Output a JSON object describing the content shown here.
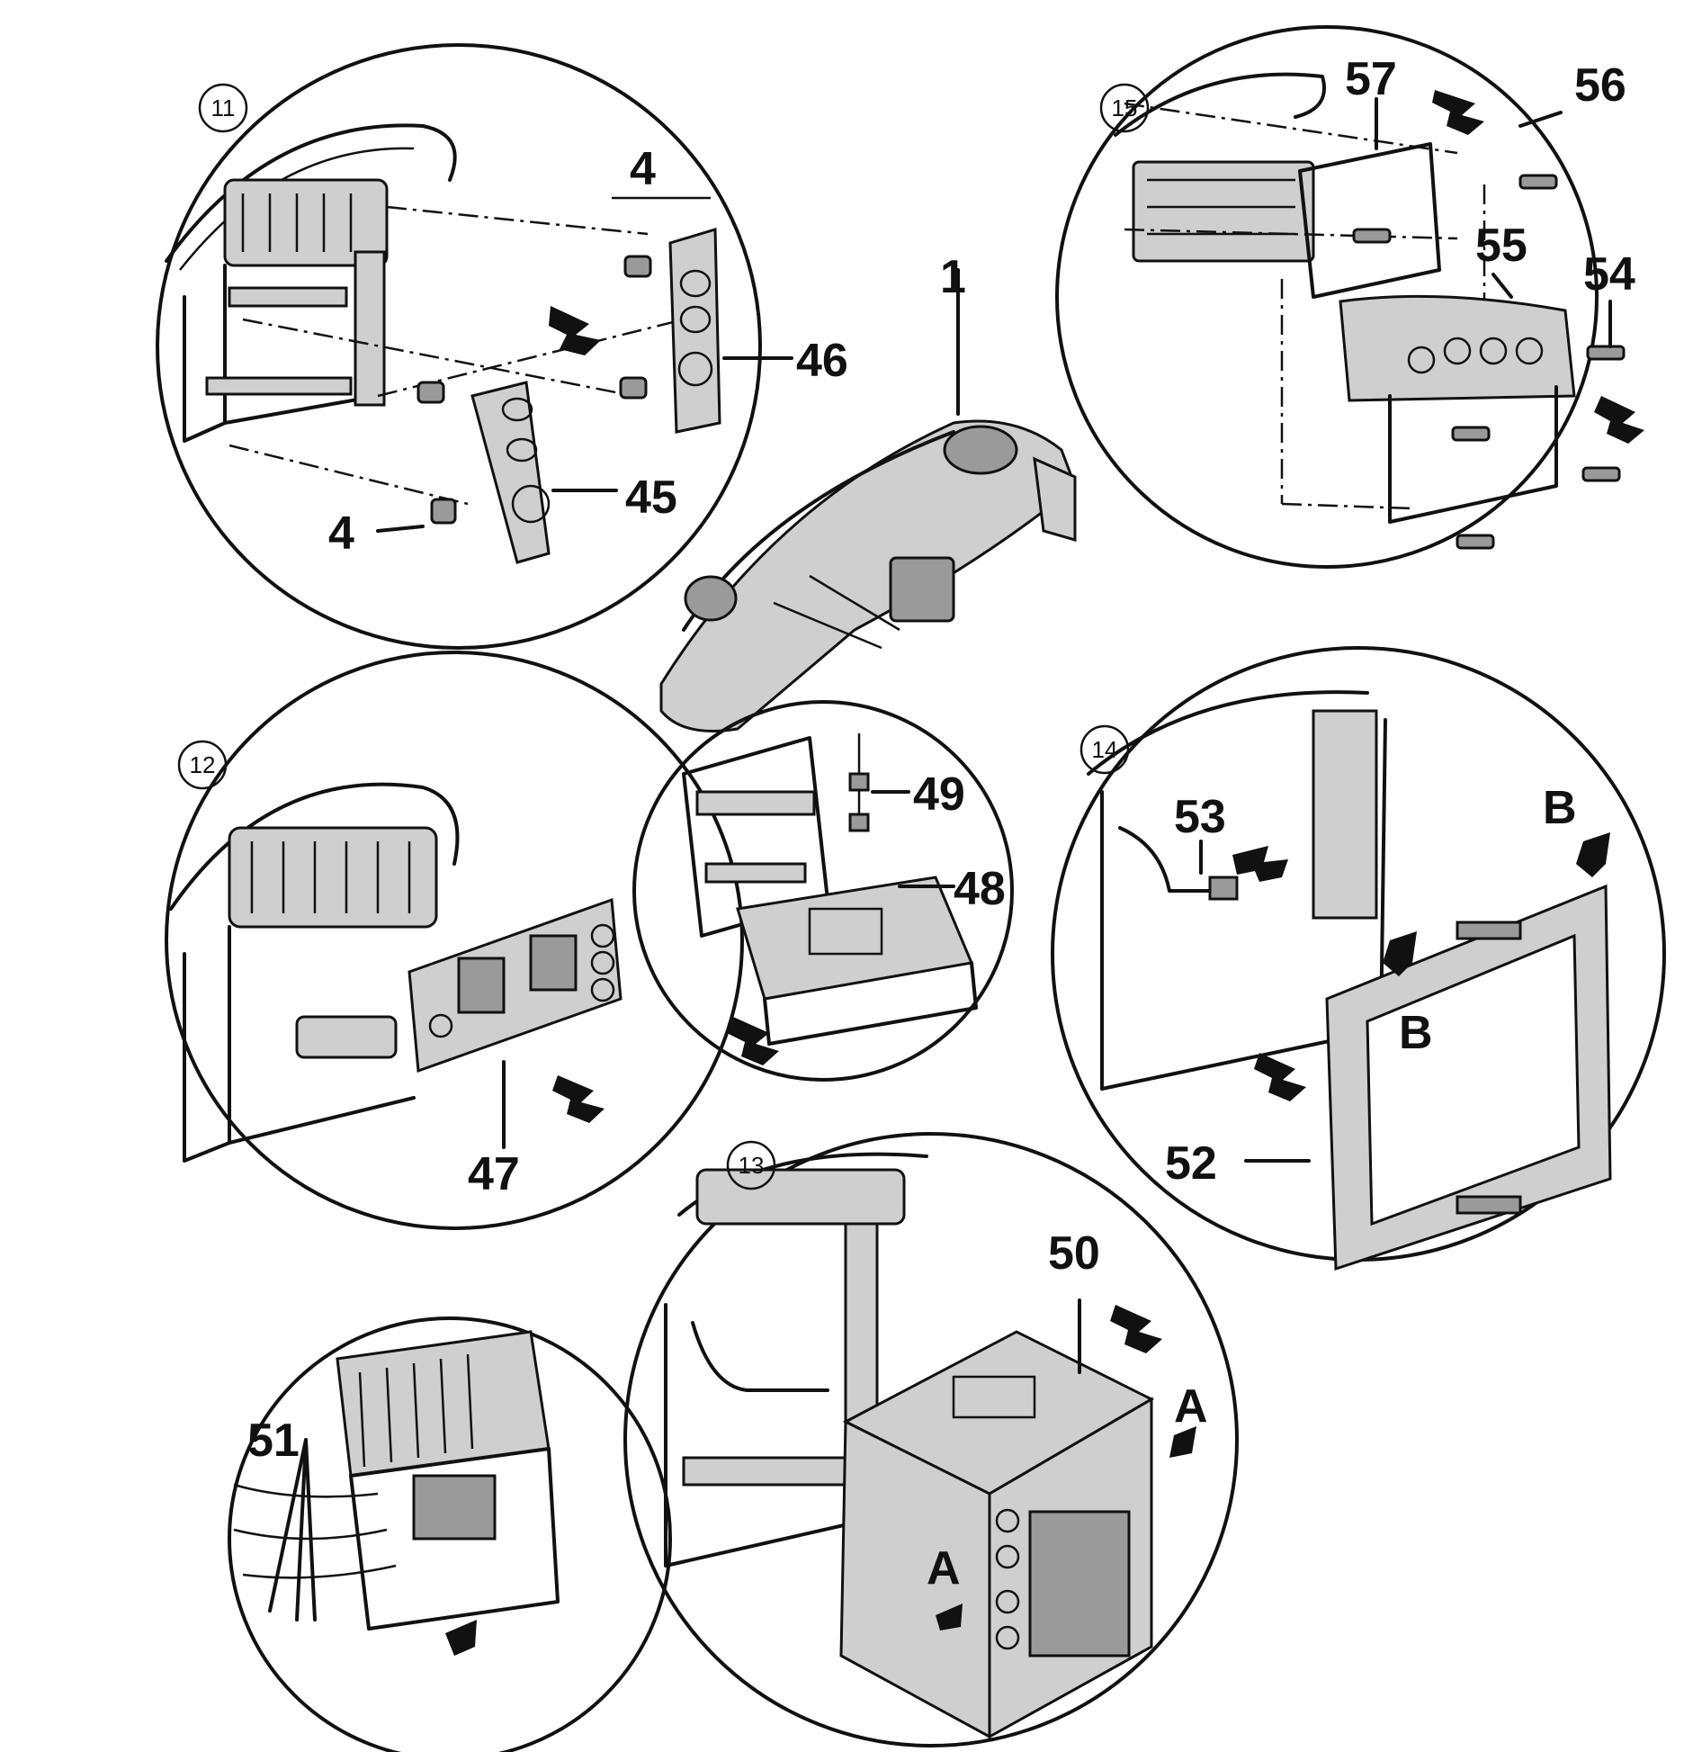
{
  "views": [
    {
      "id": "11",
      "label": "11"
    },
    {
      "id": "12",
      "label": "12"
    },
    {
      "id": "13",
      "label": "13"
    },
    {
      "id": "14",
      "label": "14"
    },
    {
      "id": "15",
      "label": "15"
    }
  ],
  "parts": {
    "p1": "1",
    "p4a": "4",
    "p4b": "4",
    "p45": "45",
    "p46": "46",
    "p47": "47",
    "p48": "48",
    "p49": "49",
    "p50": "50",
    "p51": "51",
    "p52": "52",
    "p53": "53",
    "p54": "54",
    "p55": "55",
    "p56": "56",
    "p57": "57"
  },
  "markers": {
    "a1": "A",
    "a2": "A",
    "b1": "B",
    "b2": "B"
  }
}
